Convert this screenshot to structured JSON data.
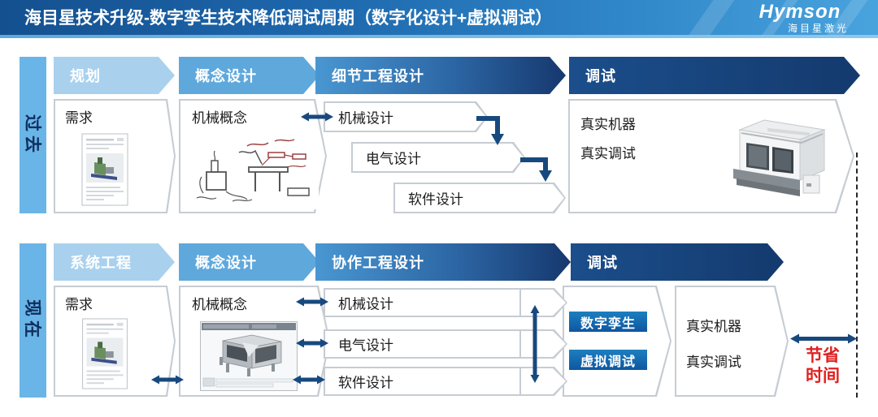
{
  "slide": {
    "title": "海目星技术升级-数字孪生技术降低调试周期（数字化设计+虚拟调试）",
    "logo": {
      "brand": "Hymson",
      "subtitle": "海目星激光"
    }
  },
  "colors": {
    "header_blue_left": "#14508f",
    "header_blue_right": "#49a3dd",
    "stage_light_blue": "#a9d1ee",
    "stage_medium_blue": "#5fa8dc",
    "stage_dark_navy": "#16386e",
    "row_label_blue": "#6ab5e7",
    "arrow_navy": "#17497e",
    "badge_blue": "#0e57a0",
    "highlight_red": "#e0201f"
  },
  "past": {
    "label": "过去",
    "stages": {
      "s1": "规划",
      "s2": "概念设计",
      "s3": "细节工程设计",
      "s4": "调试"
    },
    "requirement": "需求",
    "mech_concept": "机械概念",
    "mech_design": "机械设计",
    "elec_design": "电气设计",
    "soft_design": "软件设计",
    "real_machine": "真实机器",
    "real_debug": "真实调试"
  },
  "present": {
    "label": "现在",
    "stages": {
      "s1": "系统工程",
      "s2": "概念设计",
      "s3": "协作工程设计",
      "s4": "调试"
    },
    "requirement": "需求",
    "mech_concept": "机械概念",
    "mech_design": "机械设计",
    "elec_design": "电气设计",
    "soft_design": "软件设计",
    "digital_twin": "数字孪生",
    "virtual_debug": "虚拟调试",
    "real_machine": "真实机器",
    "real_debug": "真实调试"
  },
  "annotation": {
    "save_line1": "节省",
    "save_line2": "时间"
  }
}
